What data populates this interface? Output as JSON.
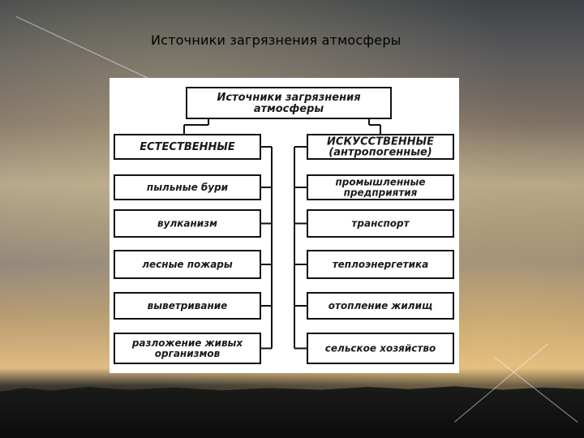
{
  "slide": {
    "title": "Источники загрязнения атмосферы"
  },
  "diagram": {
    "root": [
      "Источники загрязнения",
      "атмосферы"
    ],
    "left": {
      "header": [
        "ЕСТЕСТВЕННЫЕ"
      ],
      "items": [
        [
          "пыльные бури"
        ],
        [
          "вулканизм"
        ],
        [
          "лесные пожары"
        ],
        [
          "выветривание"
        ],
        [
          "разложение живых",
          "организмов"
        ]
      ]
    },
    "right": {
      "header": [
        "ИСКУССТВЕННЫЕ",
        "(антропогенные)"
      ],
      "items": [
        [
          "промышленные",
          "предприятия"
        ],
        [
          "транспорт"
        ],
        [
          "теплоэнергетика"
        ],
        [
          "отопление жилищ"
        ],
        [
          "сельское хозяйство"
        ]
      ]
    }
  }
}
